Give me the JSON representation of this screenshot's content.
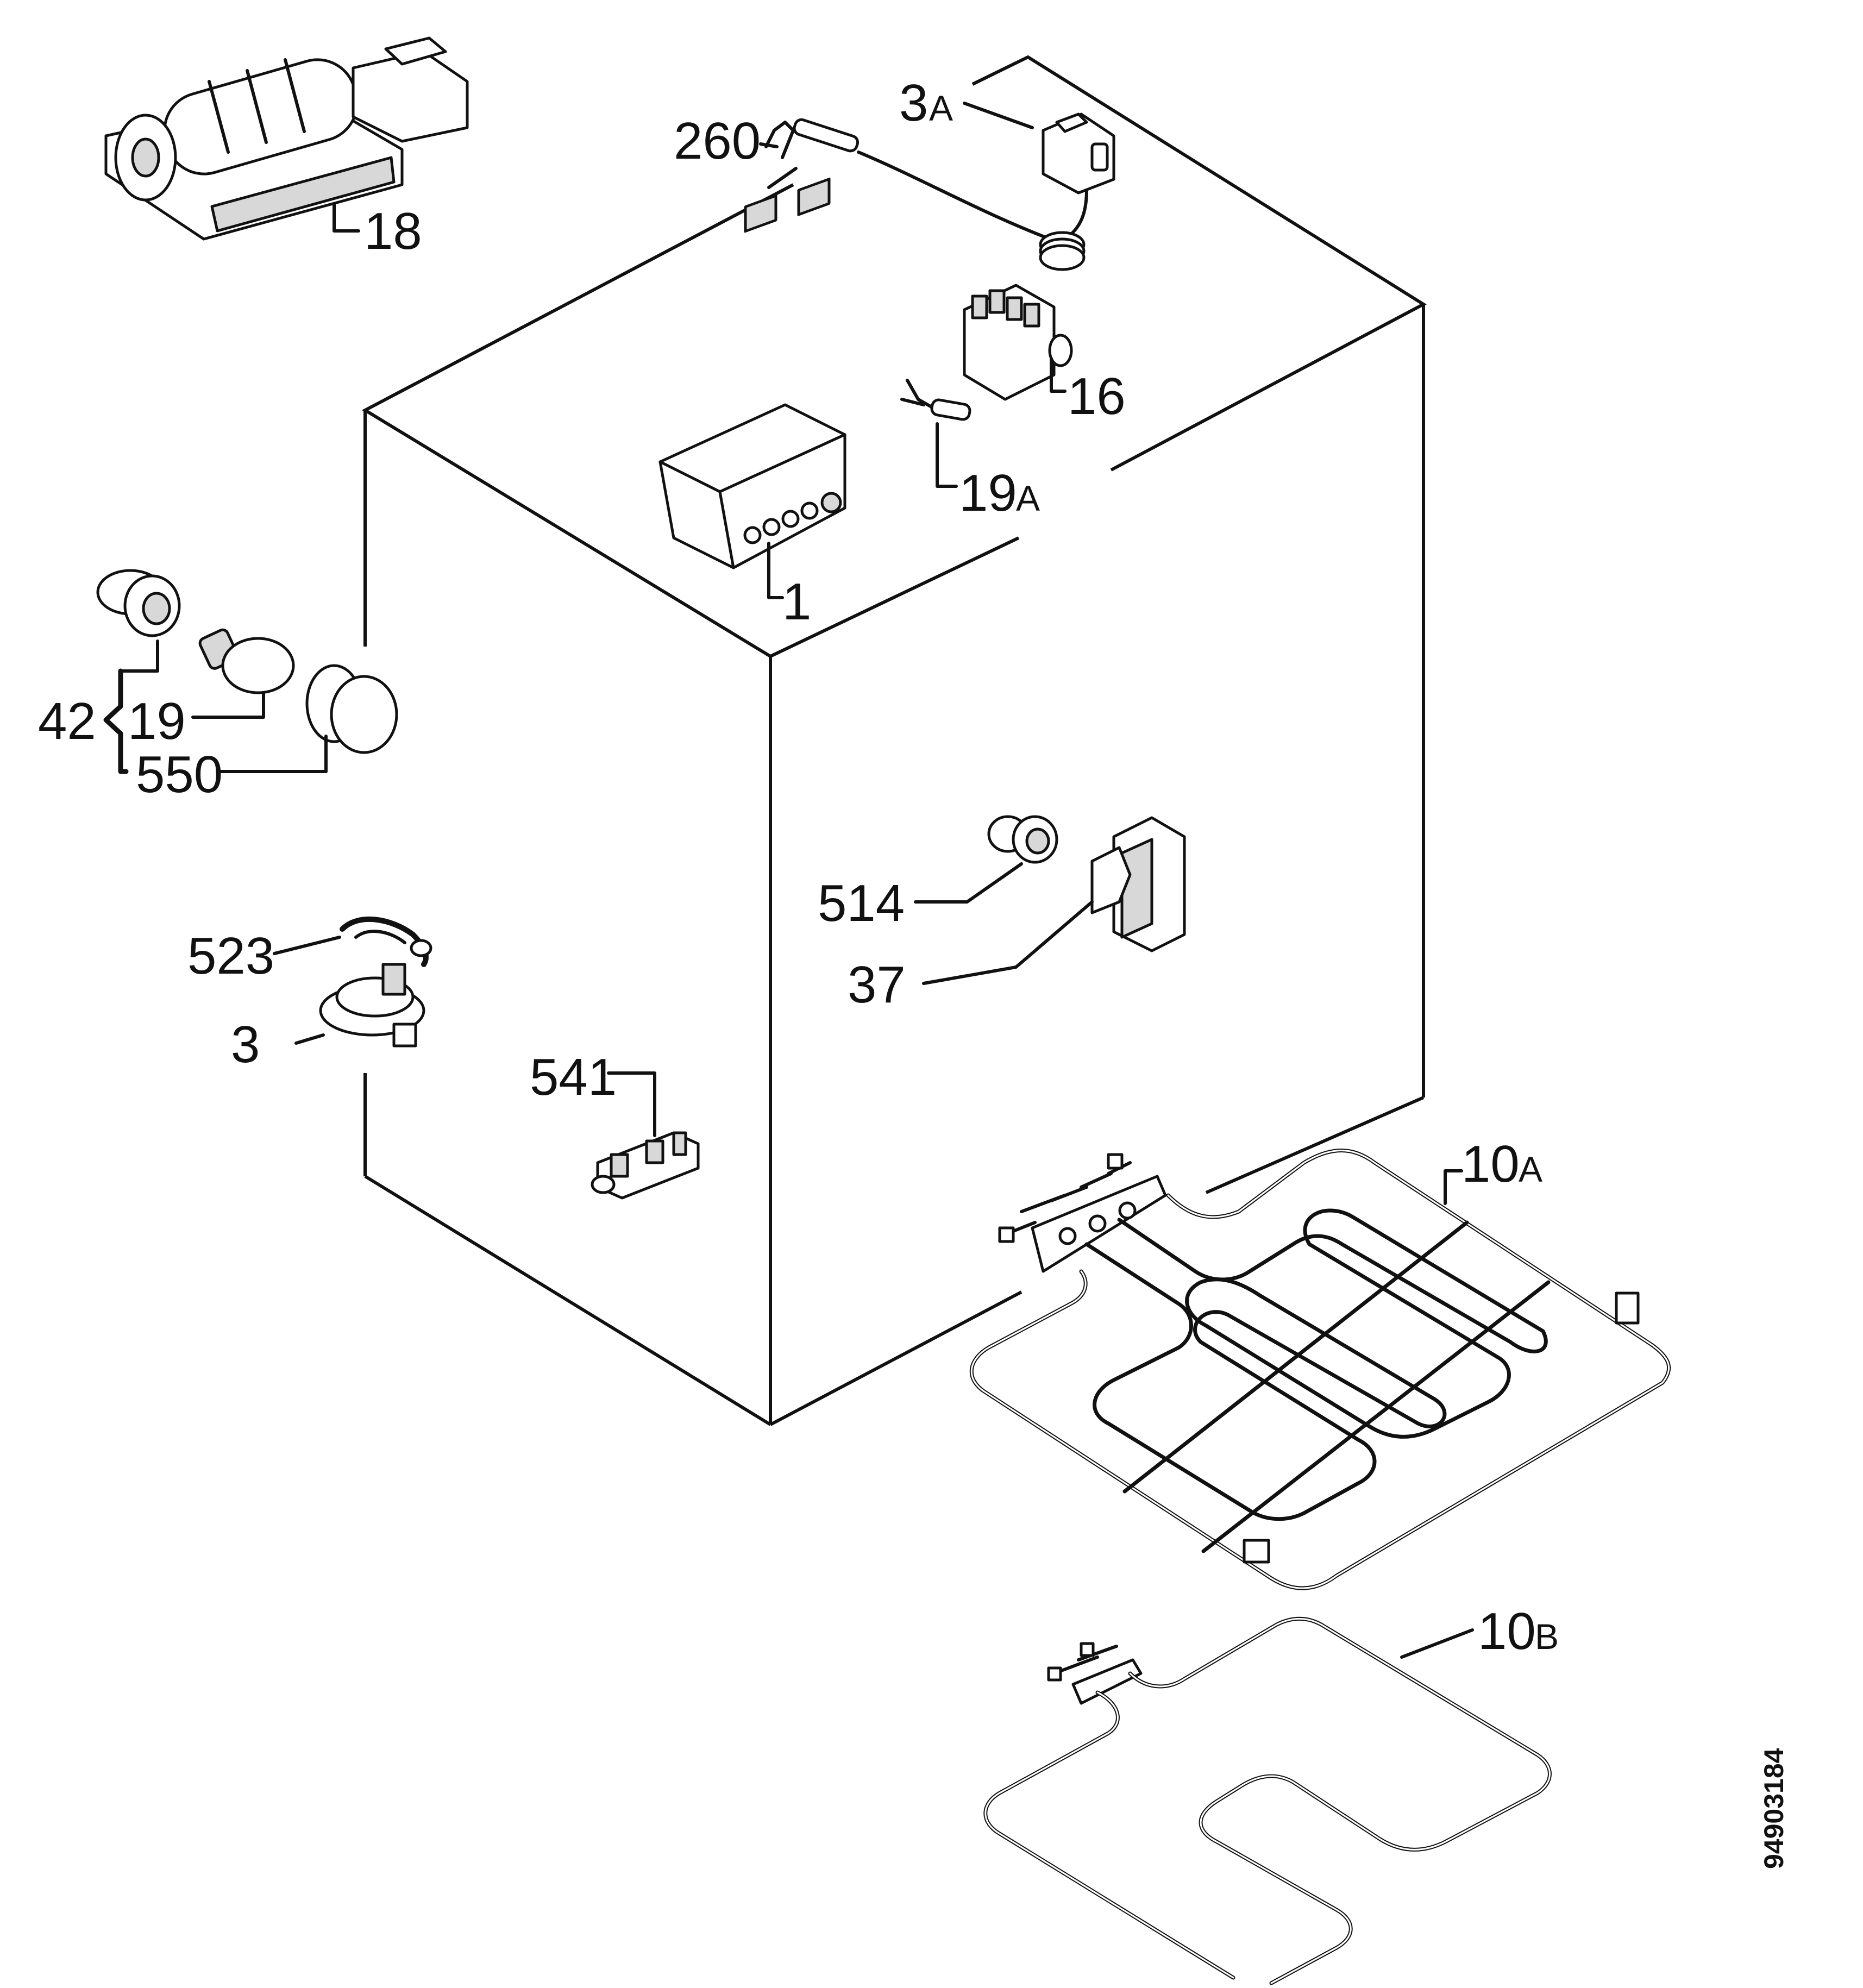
{
  "labels": {
    "p18": "18",
    "p260": "260",
    "p3a_num": "3",
    "p3a_sub": "A",
    "p16": "16",
    "p19a_num": "19",
    "p19a_sub": "A",
    "p1": "1",
    "p42": "42",
    "p19": "19",
    "p550": "550",
    "p514": "514",
    "p37": "37",
    "p523": "523",
    "p3": "3",
    "p541": "541",
    "p10a_num": "10",
    "p10a_sub": "A",
    "p10b_num": "10",
    "p10b_sub": "B"
  },
  "document_number": "94903184"
}
